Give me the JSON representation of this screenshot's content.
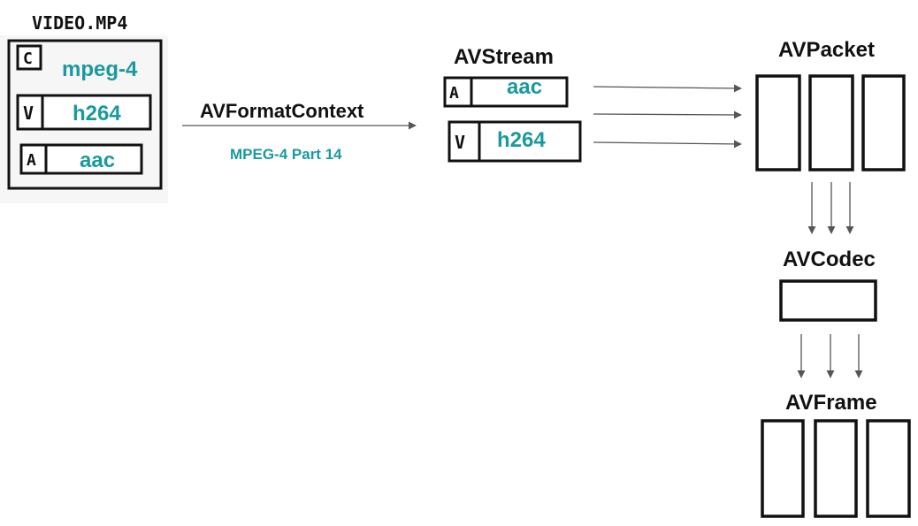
{
  "file": {
    "title": "VIDEO.MP4",
    "tracks": [
      {
        "tag": "C",
        "codec": "mpeg-4"
      },
      {
        "tag": "V",
        "codec": "h264"
      },
      {
        "tag": "A",
        "codec": "aac"
      }
    ]
  },
  "format": {
    "label": "AVFormatContext",
    "sublabel": "MPEG-4 Part 14"
  },
  "stream": {
    "label": "AVStream",
    "items": [
      {
        "tag": "A",
        "codec": "aac"
      },
      {
        "tag": "V",
        "codec": "h264"
      }
    ]
  },
  "packet": {
    "label": "AVPacket"
  },
  "codec": {
    "label": "AVCodec"
  },
  "frame": {
    "label": "AVFrame"
  },
  "colors": {
    "accent": "#1a9a9e",
    "ink": "#111111",
    "arrow": "#555555"
  }
}
